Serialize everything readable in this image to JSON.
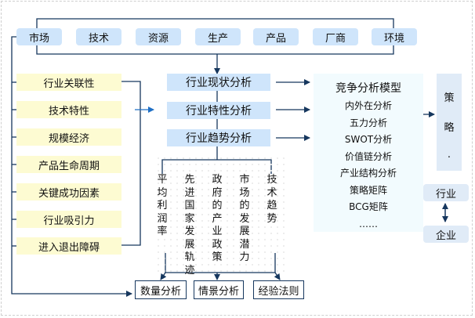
{
  "factors": [
    "市场",
    "技术",
    "资源",
    "生产",
    "产品",
    "厂商",
    "环境"
  ],
  "industry_attributes": [
    "行业关联性",
    "技术特性",
    "规模经济",
    "产品生命周期",
    "关键成功因素",
    "行业吸引力",
    "进入退出障碍"
  ],
  "analysis_stages": [
    "行业现状分析",
    "行业特性分析",
    "行业趋势分析"
  ],
  "indicators": [
    {
      "chars": [
        "平",
        "均",
        "利",
        "润",
        "率"
      ]
    },
    {
      "chars": [
        "先",
        "进",
        "国",
        "家",
        "发",
        "展",
        "轨",
        "迹"
      ]
    },
    {
      "chars": [
        "政",
        "府",
        "的",
        "产",
        "业",
        "政",
        "策"
      ]
    },
    {
      "chars": [
        "市",
        "场",
        "的",
        "发",
        "展",
        "潜",
        "力"
      ]
    },
    {
      "chars": [
        "技",
        "术",
        "趋",
        "势"
      ]
    }
  ],
  "methods": [
    "数量分析",
    "情景分析",
    "经验法则"
  ],
  "competition_model": {
    "title": "竞争分析模型",
    "items": [
      "内外在分析",
      "五力分析",
      "SWOT分析",
      "价值链分析",
      "产业结构分析",
      "策略矩阵",
      "BCG矩阵",
      "……"
    ]
  },
  "strategy": {
    "chars": [
      "策",
      "略",
      "."
    ]
  },
  "levels": {
    "top": "行业",
    "bottom": "企业"
  },
  "colors": {
    "line": "#16375e",
    "factor_bg": "#cfe5fb",
    "attribute_bg": "#fdfbd2",
    "model_bg": "#f2fbfe",
    "strategy_bg": "#e0ebf7",
    "accent_arrow": "#1f6fc5"
  }
}
